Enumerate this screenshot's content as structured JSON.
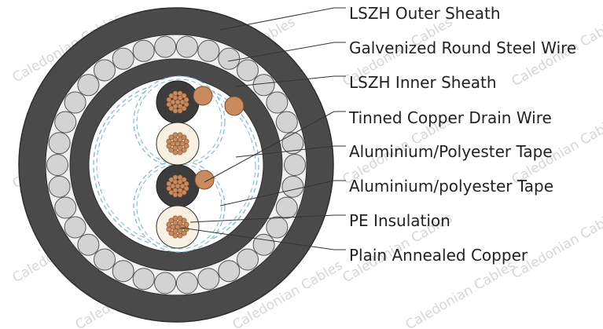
{
  "watermark": "Caledonian Cables",
  "labels": [
    "LSZH Outer Sheath",
    "Galvenized Round Steel Wire",
    "LSZH Inner Sheath",
    "Tinned Copper Drain Wire",
    "Aluminium/Polyester Tape",
    "Aluminium/polyester Tape",
    "PE Insulation",
    "Plain Annealed Copper"
  ],
  "colors": {
    "outer_sheath": "#4a4a4a",
    "armour_wire": "#d3d3d3",
    "inner_sheath": "#4a4a4a",
    "filler": "#ffffff",
    "tape": "#7fb8c8",
    "copper": "#c98b5e",
    "insulation_dark": "#3c3c3c",
    "insulation_light": "#f8f1e2",
    "leader": "#333333"
  }
}
